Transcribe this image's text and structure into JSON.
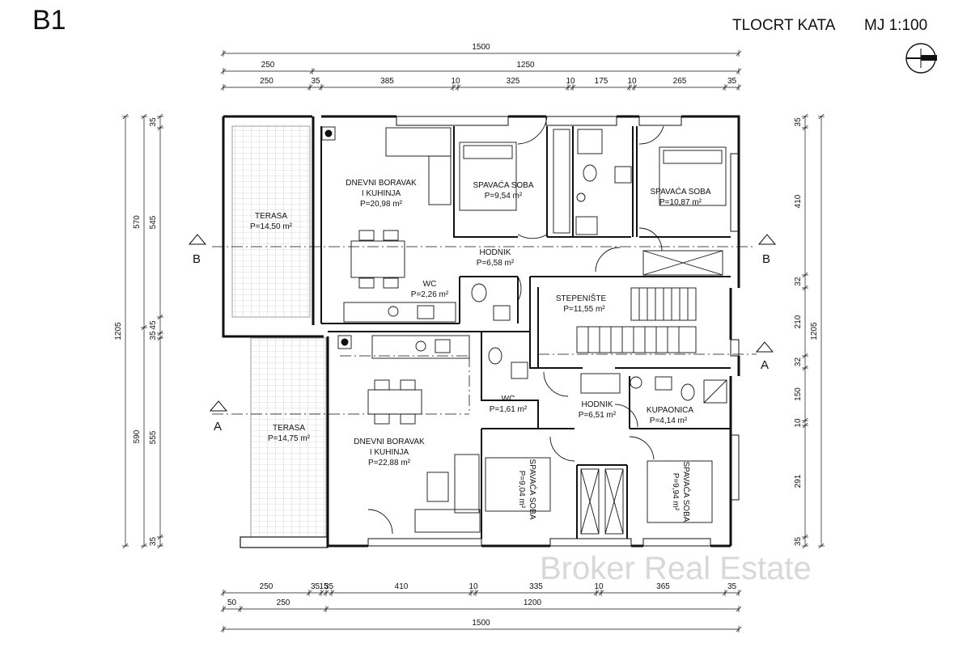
{
  "title": {
    "code": "B1",
    "caption": "TLOCRT KATA",
    "scale": "MJ 1:100"
  },
  "watermark": "Broker Real Estate",
  "dimensions": {
    "top_total": "1500",
    "top_row2": [
      "250",
      "1250"
    ],
    "top_row3": [
      "250",
      "35",
      "385",
      "10",
      "325",
      "10",
      "175",
      "10",
      "265",
      "35"
    ],
    "bottom_row1": [
      "250",
      "35",
      "15",
      "35",
      "410",
      "10",
      "335",
      "10",
      "365",
      "35"
    ],
    "bottom_row2": [
      "50",
      "250",
      "1200"
    ],
    "bottom_total": "1500",
    "left_outer": "1205",
    "left_mid": [
      "570",
      "590"
    ],
    "left_inner": [
      "35",
      "545",
      "45",
      "35",
      "555",
      "35"
    ],
    "right_inner": [
      "35",
      "410",
      "32",
      "210",
      "32",
      "150",
      "10",
      "291",
      "35"
    ],
    "right_outer": "1205"
  },
  "section_marks": {
    "a": "A",
    "b": "B"
  },
  "rooms": {
    "terasa_top": {
      "name": "TERASA",
      "area": "P=14,50 m²"
    },
    "terasa_bottom": {
      "name": "TERASA",
      "area": "P=14,75 m²"
    },
    "living_top": {
      "name1": "DNEVNI BORAVAK",
      "name2": "I KUHINJA",
      "area": "P=20,98 m²"
    },
    "living_bottom": {
      "name1": "DNEVNI BORAVAK",
      "name2": "I KUHINJA",
      "area": "P=22,88 m²"
    },
    "bed_top_left": {
      "name": "SPAVAĆA SOBA",
      "area": "P=9,54 m²"
    },
    "bed_top_right": {
      "name": "SPAVAĆA SOBA",
      "area": "P=10,87 m²"
    },
    "hall_top": {
      "name": "HODNIK",
      "area": "P=6,58 m²"
    },
    "wc_top": {
      "name": "WC",
      "area": "P=2,26 m²"
    },
    "stair": {
      "name": "STEPENIŠTE",
      "area": "P=11,55 m²"
    },
    "wc_bottom": {
      "name": "WC",
      "area": "P=1,61 m²"
    },
    "hall_bottom": {
      "name": "HODNIK",
      "area": "P=6,51 m²"
    },
    "bath": {
      "name": "KUPAONICA",
      "area": "P=4,14 m²"
    },
    "bed_bottom_left": {
      "name": "SPAVAĆA SOBA",
      "area": "P=9,04 m²"
    },
    "bed_bottom_right": {
      "name": "SPAVAĆA SOBA",
      "area": "P=9,94 m²"
    }
  }
}
